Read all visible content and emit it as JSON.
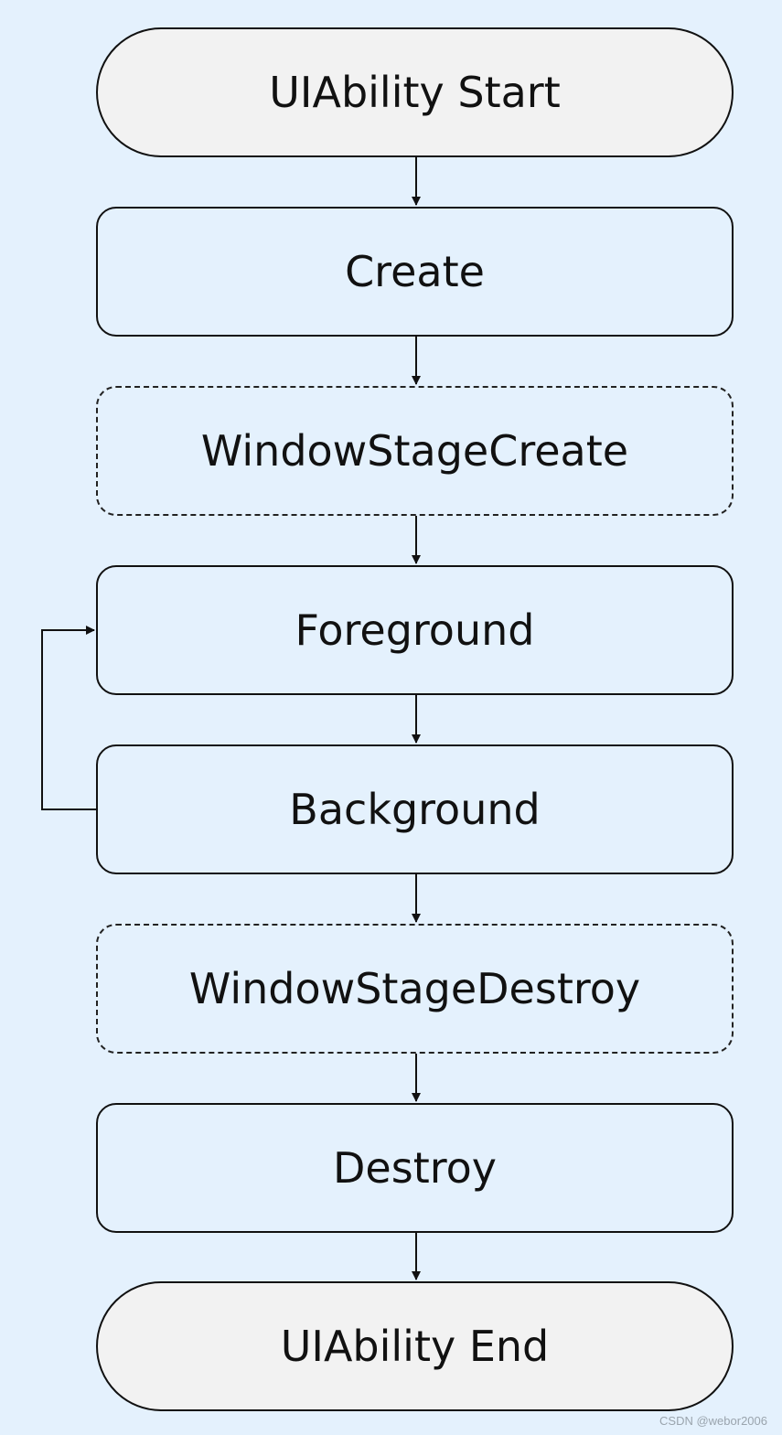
{
  "diagram": {
    "nodes": [
      {
        "id": "start",
        "label": "UIAbility Start",
        "shape": "terminal"
      },
      {
        "id": "create",
        "label": "Create",
        "shape": "solid"
      },
      {
        "id": "window-stage-create",
        "label": "WindowStageCreate",
        "shape": "dashed"
      },
      {
        "id": "foreground",
        "label": "Foreground",
        "shape": "solid"
      },
      {
        "id": "background",
        "label": "Background",
        "shape": "solid"
      },
      {
        "id": "window-stage-destroy",
        "label": "WindowStageDestroy",
        "shape": "dashed"
      },
      {
        "id": "destroy",
        "label": "Destroy",
        "shape": "solid"
      },
      {
        "id": "end",
        "label": "UIAbility End",
        "shape": "terminal"
      }
    ],
    "edges": [
      {
        "from": "start",
        "to": "create"
      },
      {
        "from": "create",
        "to": "window-stage-create"
      },
      {
        "from": "window-stage-create",
        "to": "foreground"
      },
      {
        "from": "foreground",
        "to": "background"
      },
      {
        "from": "background",
        "to": "foreground"
      },
      {
        "from": "background",
        "to": "window-stage-destroy"
      },
      {
        "from": "window-stage-destroy",
        "to": "destroy"
      },
      {
        "from": "destroy",
        "to": "end"
      }
    ]
  },
  "colors": {
    "background": "#e4f1fd",
    "terminal_fill": "#f2f2f2",
    "stroke": "#111111"
  },
  "watermark": "CSDN @webor2006"
}
